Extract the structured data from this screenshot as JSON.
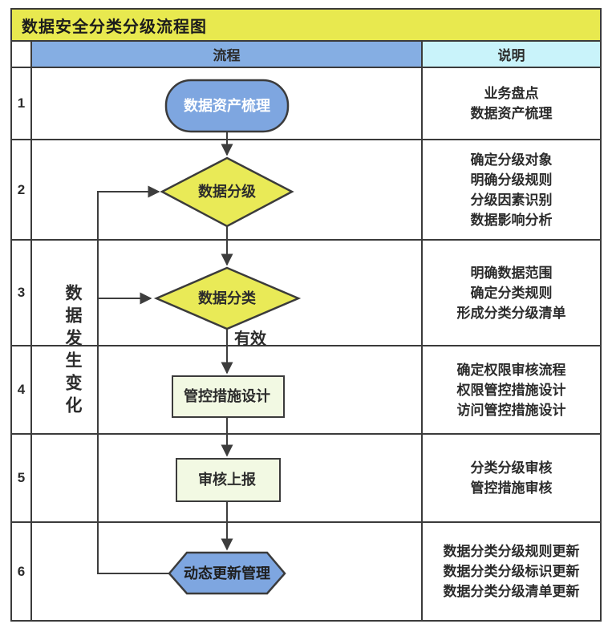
{
  "title": "数据安全分类分级流程图",
  "header": {
    "process": "流程",
    "description": "说明"
  },
  "rows": [
    {
      "num": "1",
      "shape": {
        "type": "stadium",
        "label": "数据资产梳理"
      },
      "description": [
        "业务盘点",
        "数据资产梳理"
      ]
    },
    {
      "num": "2",
      "shape": {
        "type": "diamond",
        "label": "数据分级"
      },
      "description": [
        "确定分级对象",
        "明确分级规则",
        "分级因素识别",
        "数据影响分析"
      ]
    },
    {
      "num": "3",
      "shape": {
        "type": "diamond",
        "label": "数据分类"
      },
      "description": [
        "明确数据范围",
        "确定分类规则",
        "形成分类分级清单"
      ]
    },
    {
      "num": "4",
      "shape": {
        "type": "rect",
        "label": "管控措施设计"
      },
      "description": [
        "确定权限审核流程",
        "权限管控措施设计",
        "访问管控措施设计"
      ]
    },
    {
      "num": "5",
      "shape": {
        "type": "rect",
        "label": "审核上报"
      },
      "description": [
        "分类分级审核",
        "管控措施审核"
      ]
    },
    {
      "num": "6",
      "shape": {
        "type": "hexagon",
        "label": "动态更新管理"
      },
      "description": [
        "数据分类分级规则更新",
        "数据分类分级标识更新",
        "数据分类分级清单更新"
      ]
    }
  ],
  "annotations": {
    "edge_label": "有效",
    "feedback_label": "数据发生变化"
  },
  "colors": {
    "title_bg": "#e8e94f",
    "header_process_bg": "#85aee3",
    "header_desc_bg": "#c9f3fa",
    "shape_blue": "#7ea6e0",
    "shape_yellow": "#e9ea57",
    "shape_pale_green": "#f2f9e3",
    "border": "#3b3b3b",
    "line": "#3d3d3d",
    "text_dark": "#2c2c2c",
    "stadium_text": "#ffffff"
  }
}
